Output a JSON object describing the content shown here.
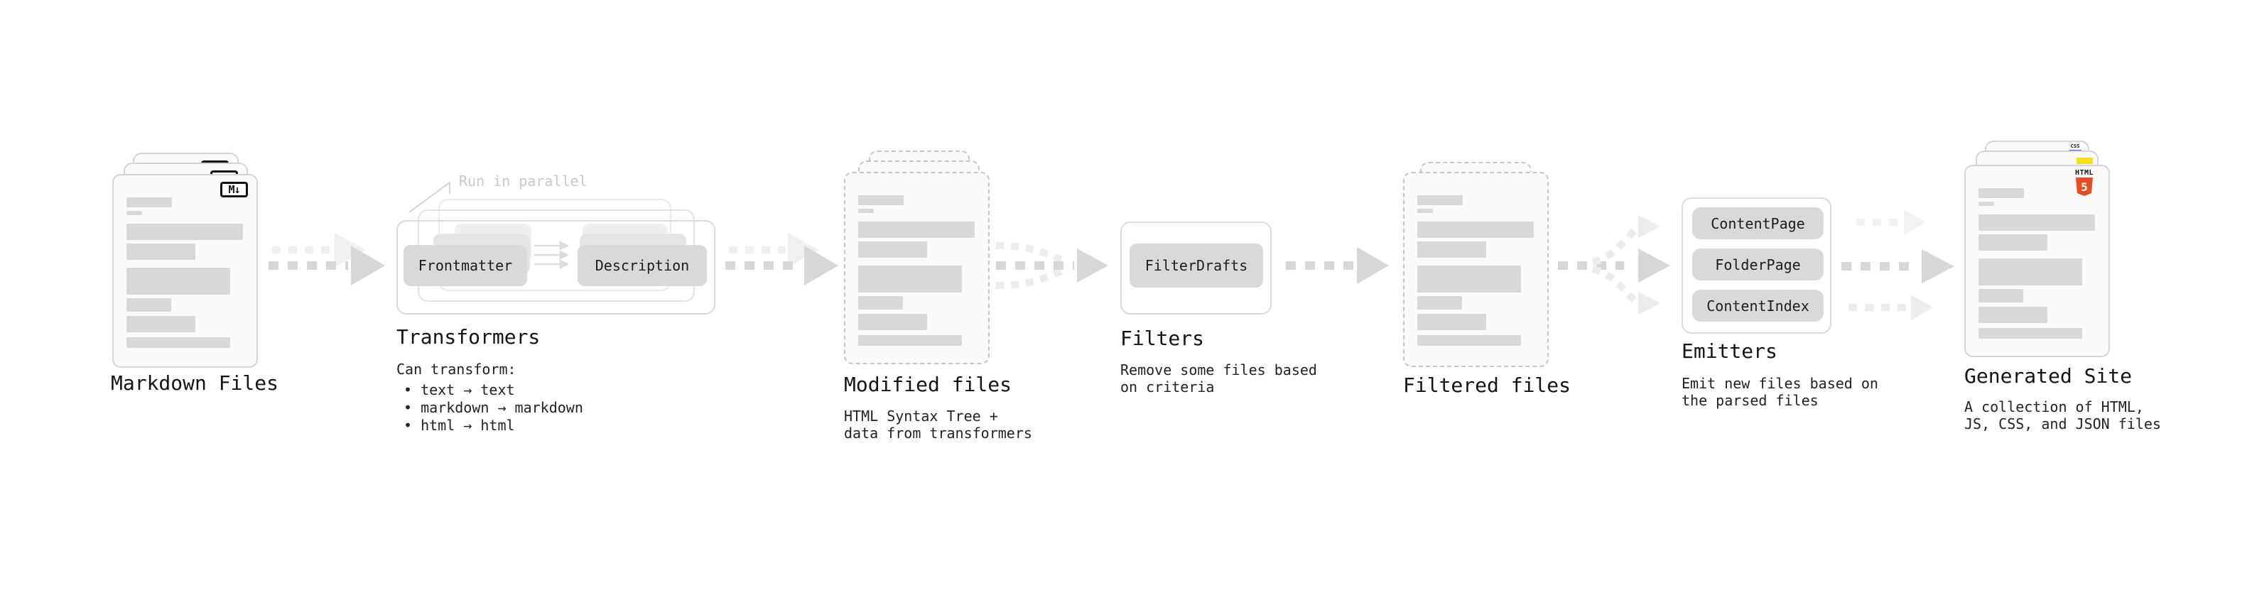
{
  "colors": {
    "html5_orange": "#e44d26",
    "js_yellow": "#f7df1e",
    "css_blue": "#2e6be5"
  },
  "nodes": {
    "markdown_files": {
      "label": "Markdown Files",
      "file_badge": "M↓"
    },
    "transformers": {
      "title": "Transformers",
      "annotation": "Run in parallel",
      "transformer_a": "Frontmatter",
      "transformer_b": "Description",
      "description_heading": "Can transform:",
      "bullets": [
        "• text → text",
        "• markdown → markdown",
        "• html → html"
      ]
    },
    "modified_files": {
      "label": "Modified files",
      "description": "HTML Syntax Tree +\ndata from transformers"
    },
    "filters": {
      "title": "Filters",
      "filter_name": "FilterDrafts",
      "description": "Remove some files based\non criteria"
    },
    "filtered_files": {
      "label": "Filtered files"
    },
    "emitters": {
      "title": "Emitters",
      "emitter_names": [
        "ContentPage",
        "FolderPage",
        "ContentIndex"
      ],
      "description": "Emit new files based on\nthe parsed files"
    },
    "generated_site": {
      "label": "Generated Site",
      "description": "A collection of HTML,\nJS, CSS, and JSON files",
      "badge_css": "CSS",
      "badge_html_label": "HTML",
      "badge_html_number": "5"
    }
  }
}
